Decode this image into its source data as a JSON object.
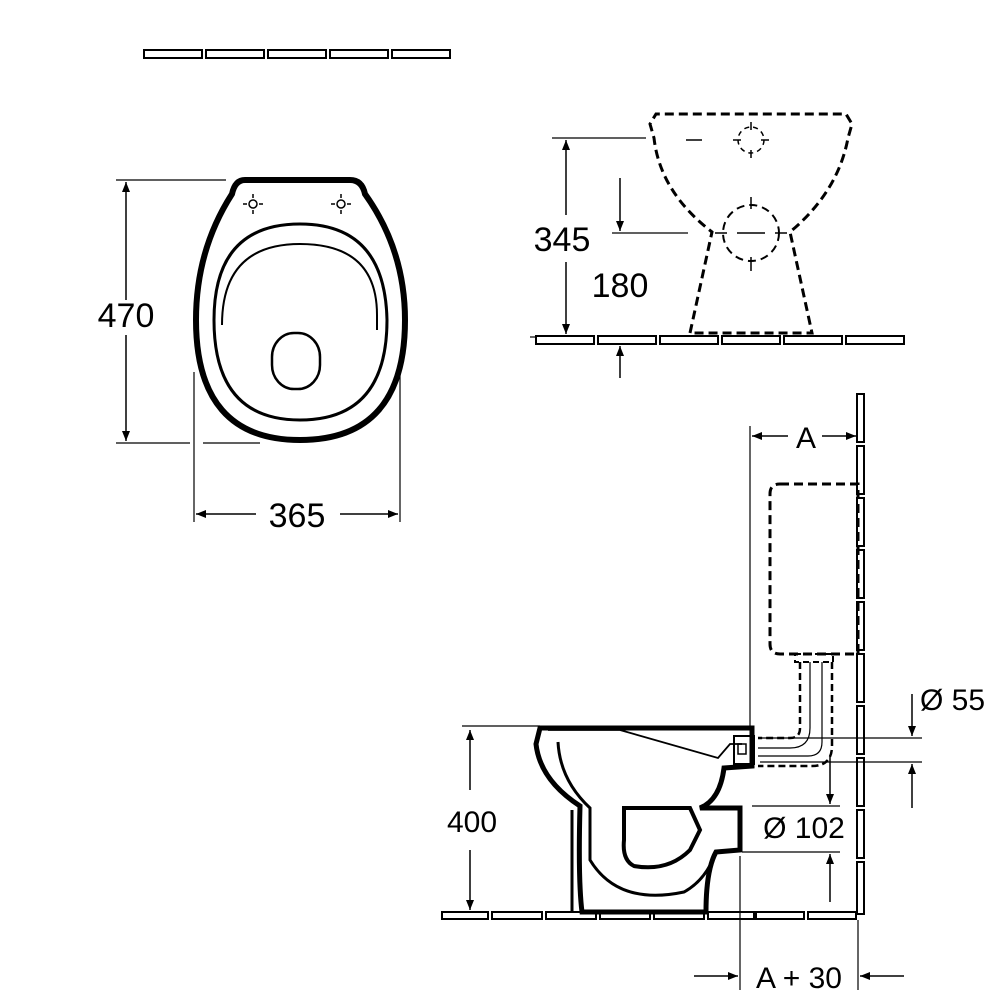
{
  "drawing": {
    "top_view": {
      "width_label": "365",
      "depth_label": "470"
    },
    "front_view": {
      "height_label": "345",
      "inlet_height_label": "180"
    },
    "side_view": {
      "height_label": "400",
      "wall_distance_label": "A",
      "outlet_distance_label": "A + 30",
      "inlet_diameter_label": "Ø 55",
      "outlet_diameter_label": "Ø 102"
    }
  }
}
